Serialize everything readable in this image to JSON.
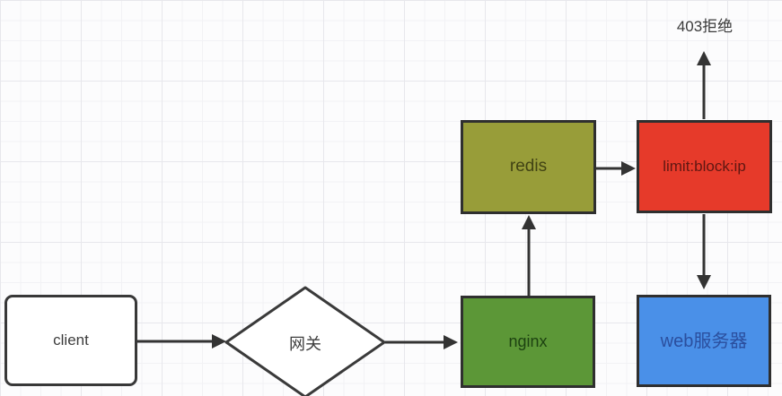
{
  "diagram": {
    "title_hint": "rate-limit / block flow diagram",
    "nodes": {
      "client": {
        "label": "client",
        "shape": "rounded-rect",
        "fill": "#ffffff"
      },
      "gateway": {
        "label": "网关",
        "shape": "diamond",
        "fill": "#ffffff"
      },
      "nginx": {
        "label": "nginx",
        "shape": "rect",
        "fill": "#5c9737"
      },
      "redis": {
        "label": "redis",
        "shape": "rect",
        "fill": "#989d39"
      },
      "limit": {
        "label": "limit:block:ip",
        "shape": "rect",
        "fill": "#e63a2a"
      },
      "webserver": {
        "label": "web服务器",
        "shape": "rect",
        "fill": "#4a90e8"
      }
    },
    "annotations": {
      "reject": {
        "label": "403拒绝"
      }
    },
    "edges": [
      {
        "from": "client",
        "to": "gateway"
      },
      {
        "from": "gateway",
        "to": "nginx"
      },
      {
        "from": "nginx",
        "to": "redis"
      },
      {
        "from": "redis",
        "to": "limit"
      },
      {
        "from": "limit",
        "to": "403拒绝"
      },
      {
        "from": "limit",
        "to": "webserver"
      }
    ],
    "colors": {
      "nginx_fill": "#5c9737",
      "redis_fill": "#989d39",
      "limit_fill": "#e63a2a",
      "webserver_fill": "#4a90e8",
      "node_border": "#2f2f2f",
      "arrow": "#333333",
      "nginx_text": "#1d4211",
      "redis_text": "#414314",
      "limit_text": "#601712",
      "webserver_text": "#2b4f9e",
      "plain_text": "#3d3d3d",
      "grid_line": "#e7e7ec",
      "canvas_bg": "#fcfcfd"
    }
  }
}
